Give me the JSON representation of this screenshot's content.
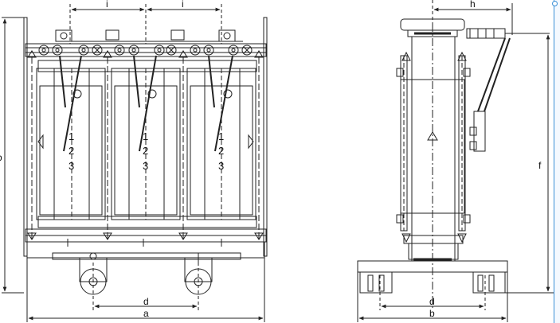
{
  "front_view": {
    "dim_i_left": "i",
    "dim_i_right": "i",
    "dim_b_partial": "b",
    "dim_d": "d",
    "dim_a": "a",
    "coils": [
      {
        "n1": "1",
        "n2": "2",
        "n3": "3"
      },
      {
        "n1": "1",
        "n2": "2",
        "n3": "3"
      },
      {
        "n1": "1",
        "n2": "2",
        "n3": "3"
      }
    ]
  },
  "side_view": {
    "dim_h": "h",
    "dim_f": "f",
    "dim_d": "d",
    "dim_b": "b"
  },
  "colors": {
    "line": "#222222",
    "frame_accent": "#3a8fd6"
  }
}
